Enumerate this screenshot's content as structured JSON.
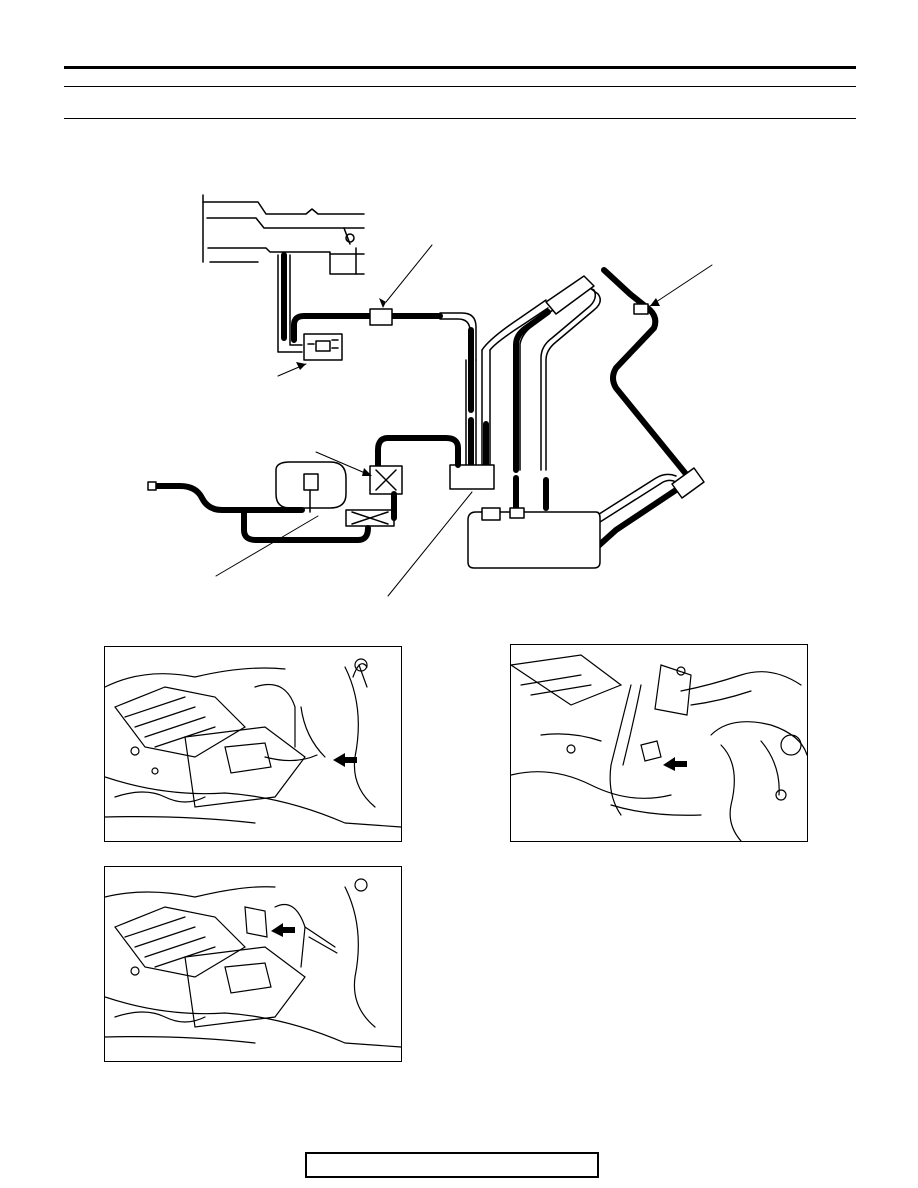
{
  "header": {
    "title": "",
    "subtitle": ""
  },
  "diagram": {
    "callouts": [
      "",
      "",
      "",
      "",
      "",
      ""
    ]
  },
  "photos": [
    {
      "name": "photo-top-left",
      "arrow": "arrow-icon"
    },
    {
      "name": "photo-top-right",
      "arrow": "arrow-icon"
    },
    {
      "name": "photo-bottom-left",
      "arrow": "arrow-icon"
    }
  ],
  "footer": {
    "page_label": ""
  }
}
